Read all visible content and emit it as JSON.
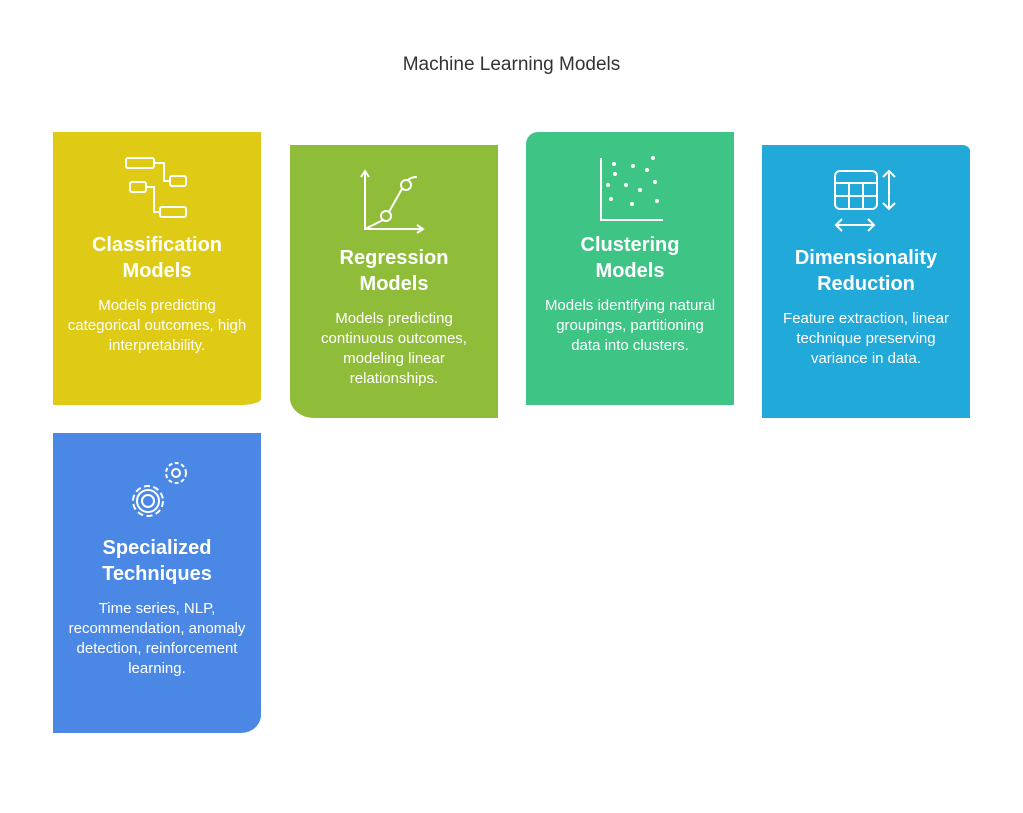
{
  "title": "Machine Learning Models",
  "cards": [
    {
      "title1": "Classification",
      "title2": "Models",
      "desc": "Models predicting categorical outcomes, high interpretability.",
      "color": "#DFCB16",
      "icon": "hierarchy-icon"
    },
    {
      "title1": "Regression",
      "title2": "Models",
      "desc": "Models predicting continuous outcomes, modeling linear relationships.",
      "color": "#8FBD3A",
      "icon": "line-graph-icon"
    },
    {
      "title1": "Clustering",
      "title2": "Models",
      "desc": "Models identifying natural groupings, partitioning data into clusters.",
      "color": "#3EC484",
      "icon": "scatter-plot-icon"
    },
    {
      "title1": "Dimensionality",
      "title2": "Reduction",
      "desc": "Feature extraction, linear technique preserving variance in data.",
      "color": "#20A9D9",
      "icon": "table-resize-icon"
    },
    {
      "title1": "Specialized",
      "title2": "Techniques",
      "desc": "Time series, NLP, recommendation, anomaly detection, reinforcement learning.",
      "color": "#4B88E5",
      "icon": "gears-icon"
    }
  ]
}
